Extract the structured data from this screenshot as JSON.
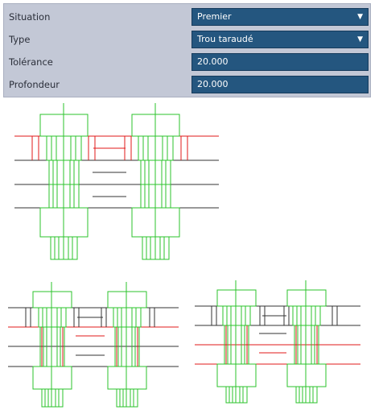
{
  "properties": {
    "rows": [
      {
        "label": "Situation",
        "value": "Premier",
        "type": "dropdown"
      },
      {
        "label": "Type",
        "value": "Trou taraudé",
        "type": "dropdown"
      },
      {
        "label": "Tolérance",
        "value": "20.000",
        "type": "input"
      },
      {
        "label": "Profondeur",
        "value": "20.000",
        "type": "input"
      }
    ]
  },
  "colors": {
    "panel_bg": "#c3c8d6",
    "field_bg": "#24567f",
    "bolt_green": "#2bc32b",
    "highlight_red": "#e21a1a",
    "plate_dark": "#333333"
  },
  "icons": {
    "dropdown": "dropdown-arrow-icon"
  }
}
